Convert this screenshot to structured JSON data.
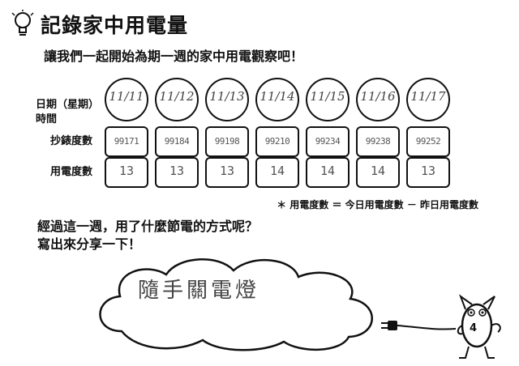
{
  "header": {
    "title": "記錄家中用電量",
    "icon": "lightbulb-icon"
  },
  "intro": "讓我們一起開始為期一週的家中用電觀察吧！",
  "labels": {
    "date": "日期（星期）",
    "time": "時間",
    "meter": "抄錶度數",
    "usage": "用電度數"
  },
  "days": [
    {
      "date": "11/11",
      "meter": "99171",
      "usage": "13"
    },
    {
      "date": "11/12",
      "meter": "99184",
      "usage": "13"
    },
    {
      "date": "11/13",
      "meter": "99198",
      "usage": "13"
    },
    {
      "date": "11/14",
      "meter": "99210",
      "usage": "14"
    },
    {
      "date": "11/15",
      "meter": "99234",
      "usage": "14"
    },
    {
      "date": "11/16",
      "meter": "99238",
      "usage": "14"
    },
    {
      "date": "11/17",
      "meter": "99252",
      "usage": "13"
    }
  ],
  "formula": "＊ 用電度數 ＝ 今日用電度數 － 昨日用電度數",
  "question": {
    "line1": "經過這一週，用了什麼節電的方式呢？",
    "line2": "寫出來分享一下！"
  },
  "answer": "隨手關電燈",
  "mascot": {
    "number": "4"
  }
}
